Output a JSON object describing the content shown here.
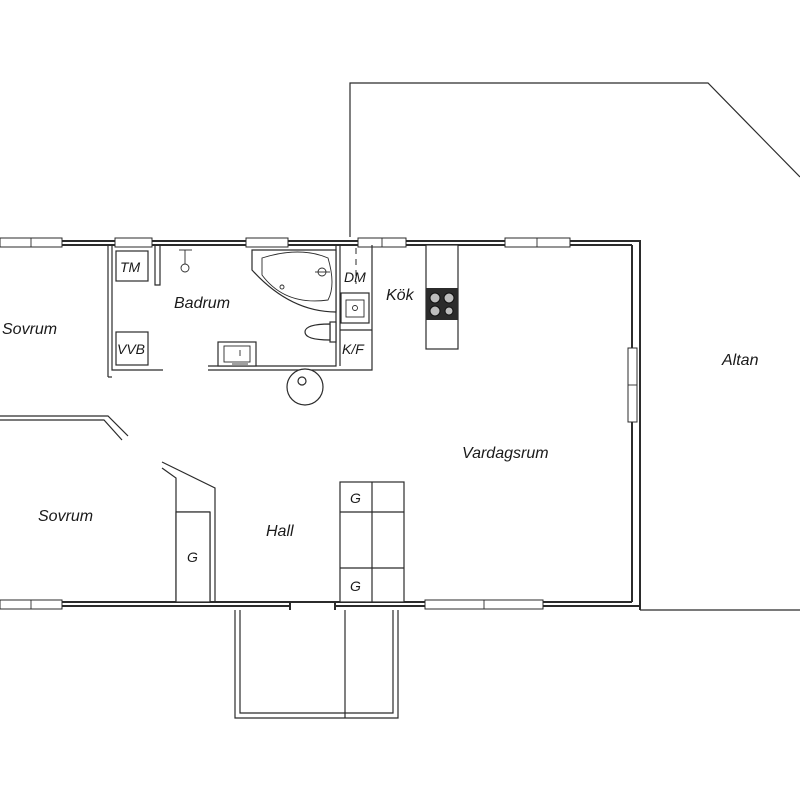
{
  "rooms": {
    "sovrum_1": "Sovrum",
    "sovrum_2": "Sovrum",
    "badrum": "Badrum",
    "kok": "Kök",
    "vardagsrum": "Vardagsrum",
    "hall": "Hall",
    "altan": "Altan"
  },
  "fixtures": {
    "tm": "TM",
    "vvb": "VVB",
    "dm": "DM",
    "kf": "K/F",
    "g_hall": "G",
    "g_upper": "G",
    "g_lower": "G"
  }
}
